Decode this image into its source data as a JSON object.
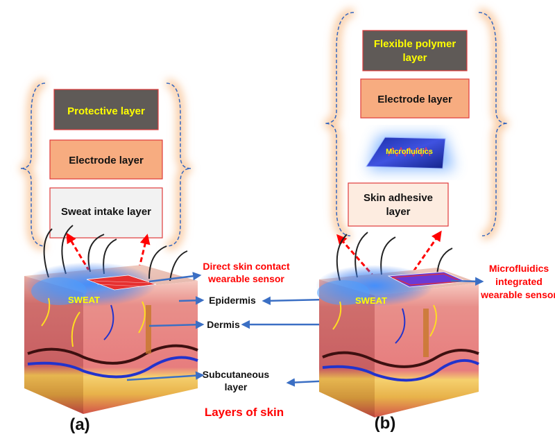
{
  "panel_a": {
    "layers": [
      "Protective layer",
      "Electrode layer",
      "Sweat intake layer"
    ],
    "sweat": "SWEAT",
    "sensor_label": [
      "Direct skin contact",
      "wearable sensor"
    ],
    "caption": "(a)"
  },
  "panel_b": {
    "layers": [
      "Flexible polymer",
      "layer",
      "Electrode layer",
      "Skin adhesive",
      "layer"
    ],
    "microfluidics": "Microfluidics",
    "sweat": "SWEAT",
    "sensor_label": [
      "Microfluidics",
      "integrated",
      "wearable sensor"
    ],
    "caption": "(b)"
  },
  "skin_labels": {
    "epidermis": "Epidermis",
    "dermis": "Dermis",
    "subcutaneous": [
      "Subcutaneous",
      "layer"
    ],
    "title": "Layers of skin"
  },
  "colors": {
    "protective": "#5f5a57",
    "electrode": "#f7ac80",
    "sweat_intake": "#f2f2f2",
    "skin_adhesive": "#fdece0",
    "label_red": "#ff0000",
    "label_yellow": "#ffff00",
    "arrow_blue": "#3b6fc4",
    "brace_blue": "#3567c0"
  }
}
